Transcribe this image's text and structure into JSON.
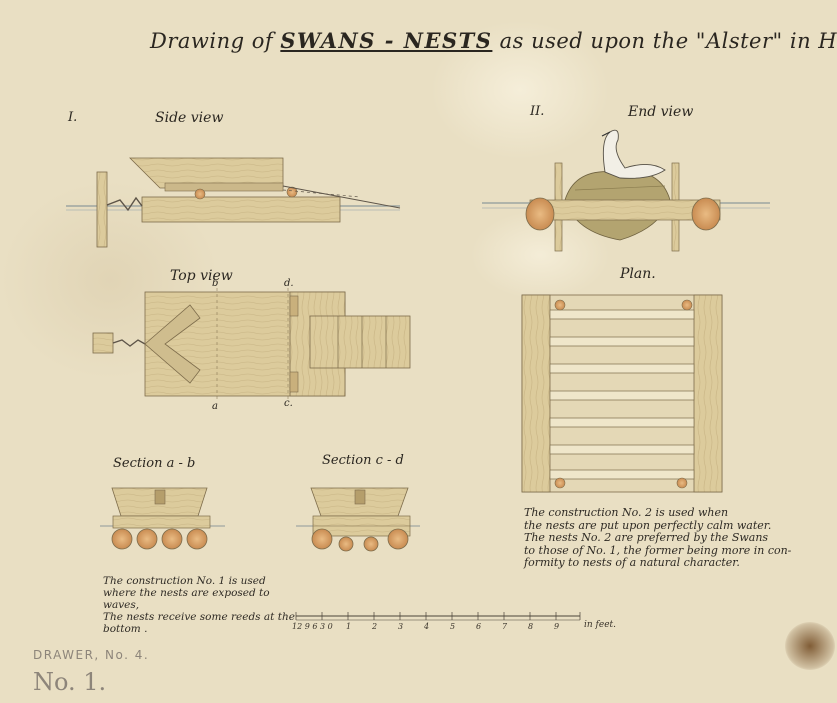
{
  "title": {
    "prefix": "Drawing of",
    "subject": "SWANS - NESTS",
    "suffix": "as used upon the \"Alster\" in Hamburg"
  },
  "fig1": {
    "numeral": "I.",
    "label": "Side view"
  },
  "fig2": {
    "numeral": "II.",
    "label": "End view"
  },
  "top_view": {
    "label": "Top view",
    "marks": {
      "b": "b",
      "d": "d.",
      "a": "a",
      "c": "c."
    }
  },
  "plan": {
    "label": "Plan."
  },
  "section_ab": {
    "label": "Section a - b"
  },
  "section_cd": {
    "label": "Section c - d"
  },
  "note_left": "The construction No. 1 is used\nwhere the nests are exposed to waves,\nThe nests receive some reeds at the\nbottom .",
  "note_right": "The construction No. 2 is used when\nthe nests are put upon perfectly calm water.\nThe nests No. 2 are preferred by the Swans\nto those of No. 1, the former being more in con-\nformity to nests of a natural character.",
  "scale": {
    "ticks": [
      "12 9 6 3 0",
      "1",
      "2",
      "3",
      "4",
      "5",
      "6",
      "7",
      "8",
      "9"
    ],
    "unit": "in feet."
  },
  "stamp": {
    "drawer": "DRAWER, No. 4.",
    "number": "No. 1."
  },
  "colors": {
    "paper": "#e9dfc3",
    "wood": "#dccb9c",
    "wood_dark": "#b59e6b",
    "water": "#b8c0bf",
    "log_end": "#d9a26a",
    "stain": "#8a5a2e"
  }
}
